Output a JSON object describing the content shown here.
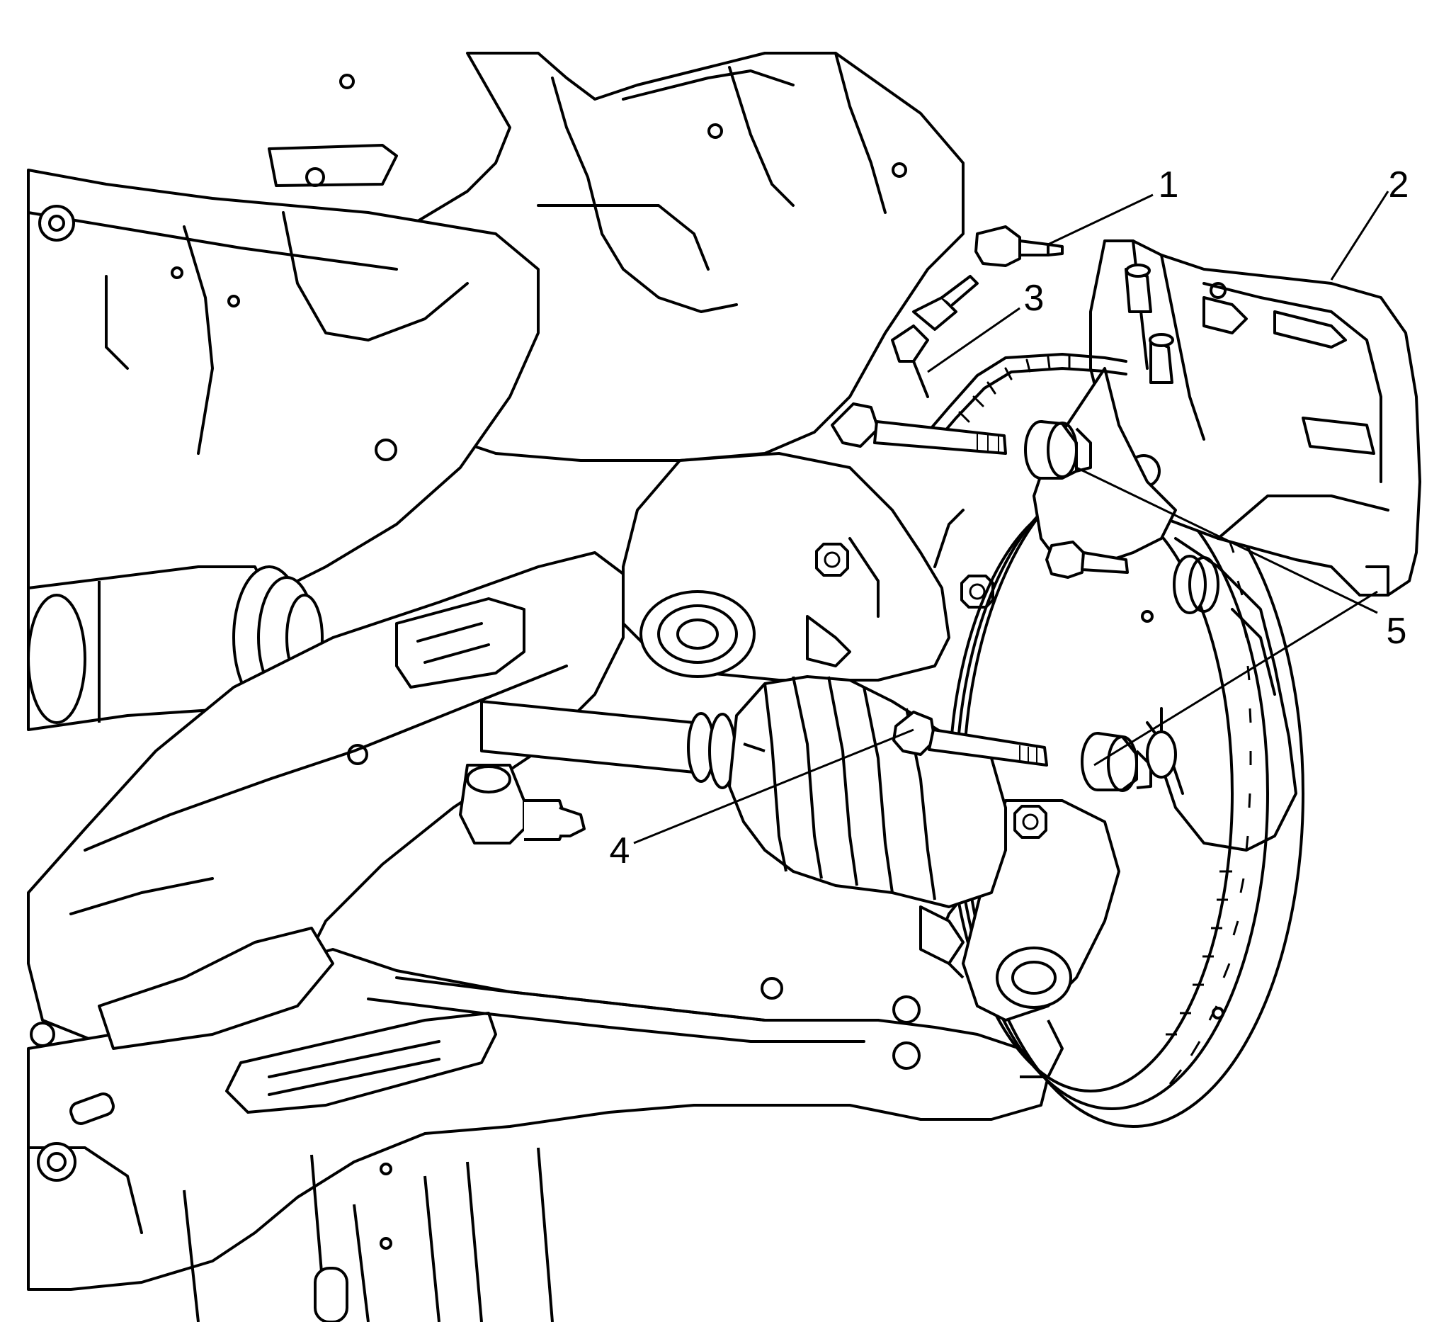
{
  "figure": {
    "callouts": [
      {
        "id": "1",
        "label": "1"
      },
      {
        "id": "2",
        "label": "2"
      },
      {
        "id": "3",
        "label": "3"
      },
      {
        "id": "4",
        "label": "4"
      },
      {
        "id": "5",
        "label": "5"
      }
    ]
  },
  "colors": {
    "line": "#000000",
    "fill": "#ffffff"
  }
}
